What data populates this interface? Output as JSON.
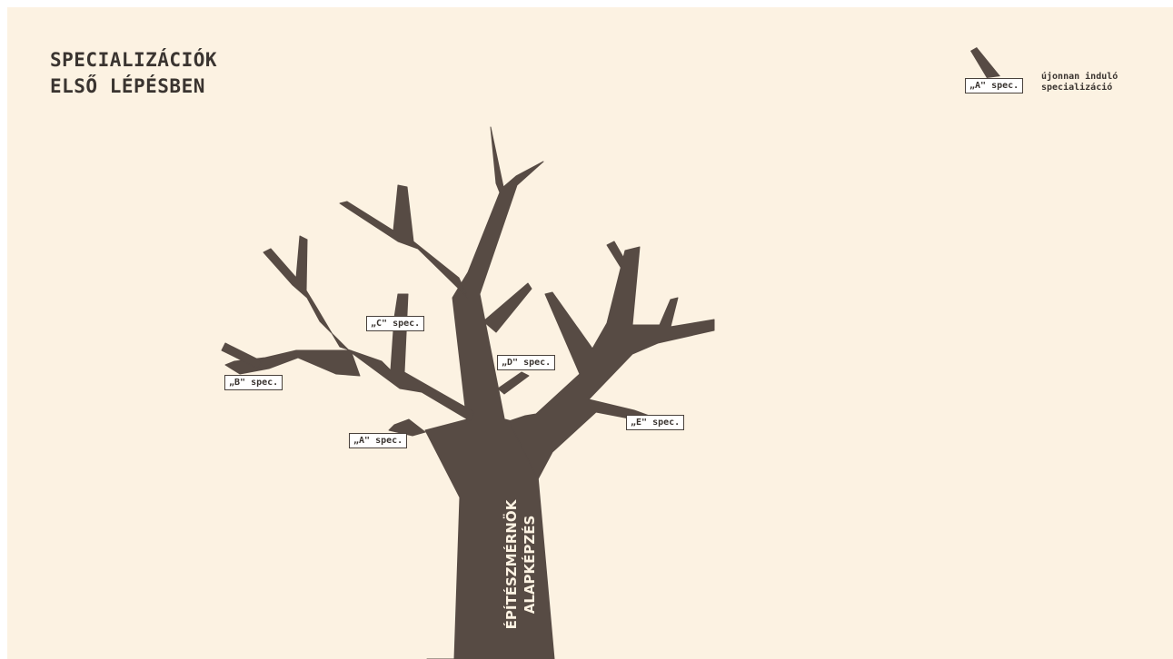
{
  "title": {
    "line1": "SPECIALIZÁCIÓK",
    "line2": "ELSŐ LÉPÉSBEN"
  },
  "legend": {
    "tag": "„A\" spec.",
    "line1": "újonnan induló",
    "line2": "specializáció"
  },
  "trunk": {
    "line1": "ÉPÍTÉSZMÉRNÖK",
    "line2": "ALAPKÉPZÉS"
  },
  "branches": {
    "a": "„A\" spec.",
    "b": "„B\" spec.",
    "c": "„C\" spec.",
    "d": "„D\" spec.",
    "e": "„E\" spec."
  },
  "colors": {
    "background": "#fcf2e2",
    "tree": "#574b44",
    "text": "#3a3430"
  }
}
